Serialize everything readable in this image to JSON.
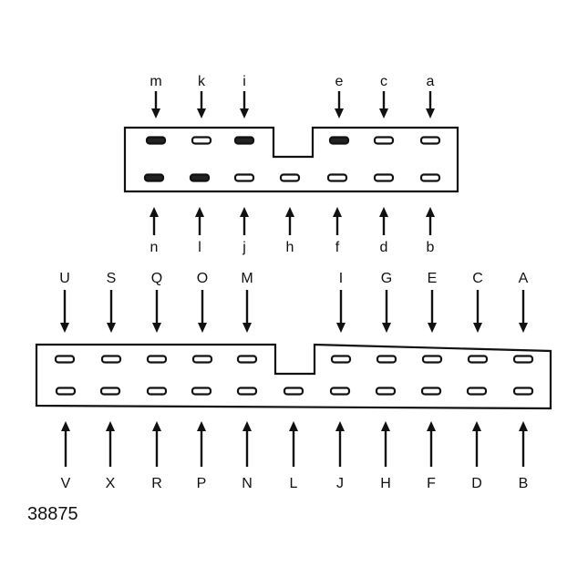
{
  "figure_number": "38875",
  "connector_small": {
    "top_row": [
      "m",
      "k",
      "i",
      "e",
      "c",
      "a"
    ],
    "bottom_row": [
      "n",
      "l",
      "j",
      "h",
      "f",
      "d",
      "b"
    ]
  },
  "connector_large": {
    "top_row": [
      "U",
      "S",
      "Q",
      "O",
      "M",
      "I",
      "G",
      "E",
      "C",
      "A"
    ],
    "bottom_row": [
      "V",
      "X",
      "R",
      "P",
      "N",
      "L",
      "J",
      "H",
      "F",
      "D",
      "B"
    ]
  },
  "colors": {
    "ink": "#111111",
    "background": "#ffffff"
  }
}
